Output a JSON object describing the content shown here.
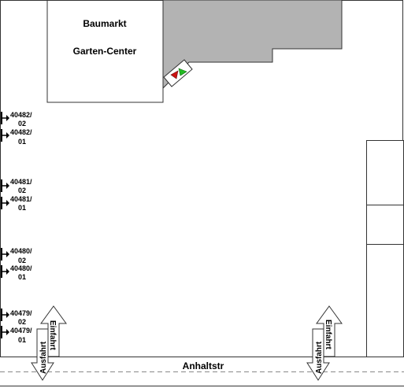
{
  "building": {
    "name_line1": "Baumarkt",
    "name_line2": "Garten-Center"
  },
  "street": {
    "name": "Anhaltstr"
  },
  "entrances": [
    {
      "in_label": "Einfahrt",
      "out_label": "Ausfahrt"
    },
    {
      "in_label": "Einfahrt",
      "out_label": "Ausfahrt"
    }
  ],
  "parking_markers": [
    {
      "line1": "40482/",
      "line2": "02"
    },
    {
      "line1": "40482/",
      "line2": "01"
    },
    {
      "line1": "40481/",
      "line2": "02"
    },
    {
      "line1": "40481/",
      "line2": "01"
    },
    {
      "line1": "40480/",
      "line2": "02"
    },
    {
      "line1": "40480/",
      "line2": "01"
    },
    {
      "line1": "40479/",
      "line2": "02"
    },
    {
      "line1": "40479/",
      "line2": "01"
    }
  ],
  "colors": {
    "building_fill": "#ffffff",
    "hall_fill": "#b3b3b3",
    "outline": "#333333",
    "arrow_green": "#22bb22",
    "arrow_red": "#cc1111"
  }
}
